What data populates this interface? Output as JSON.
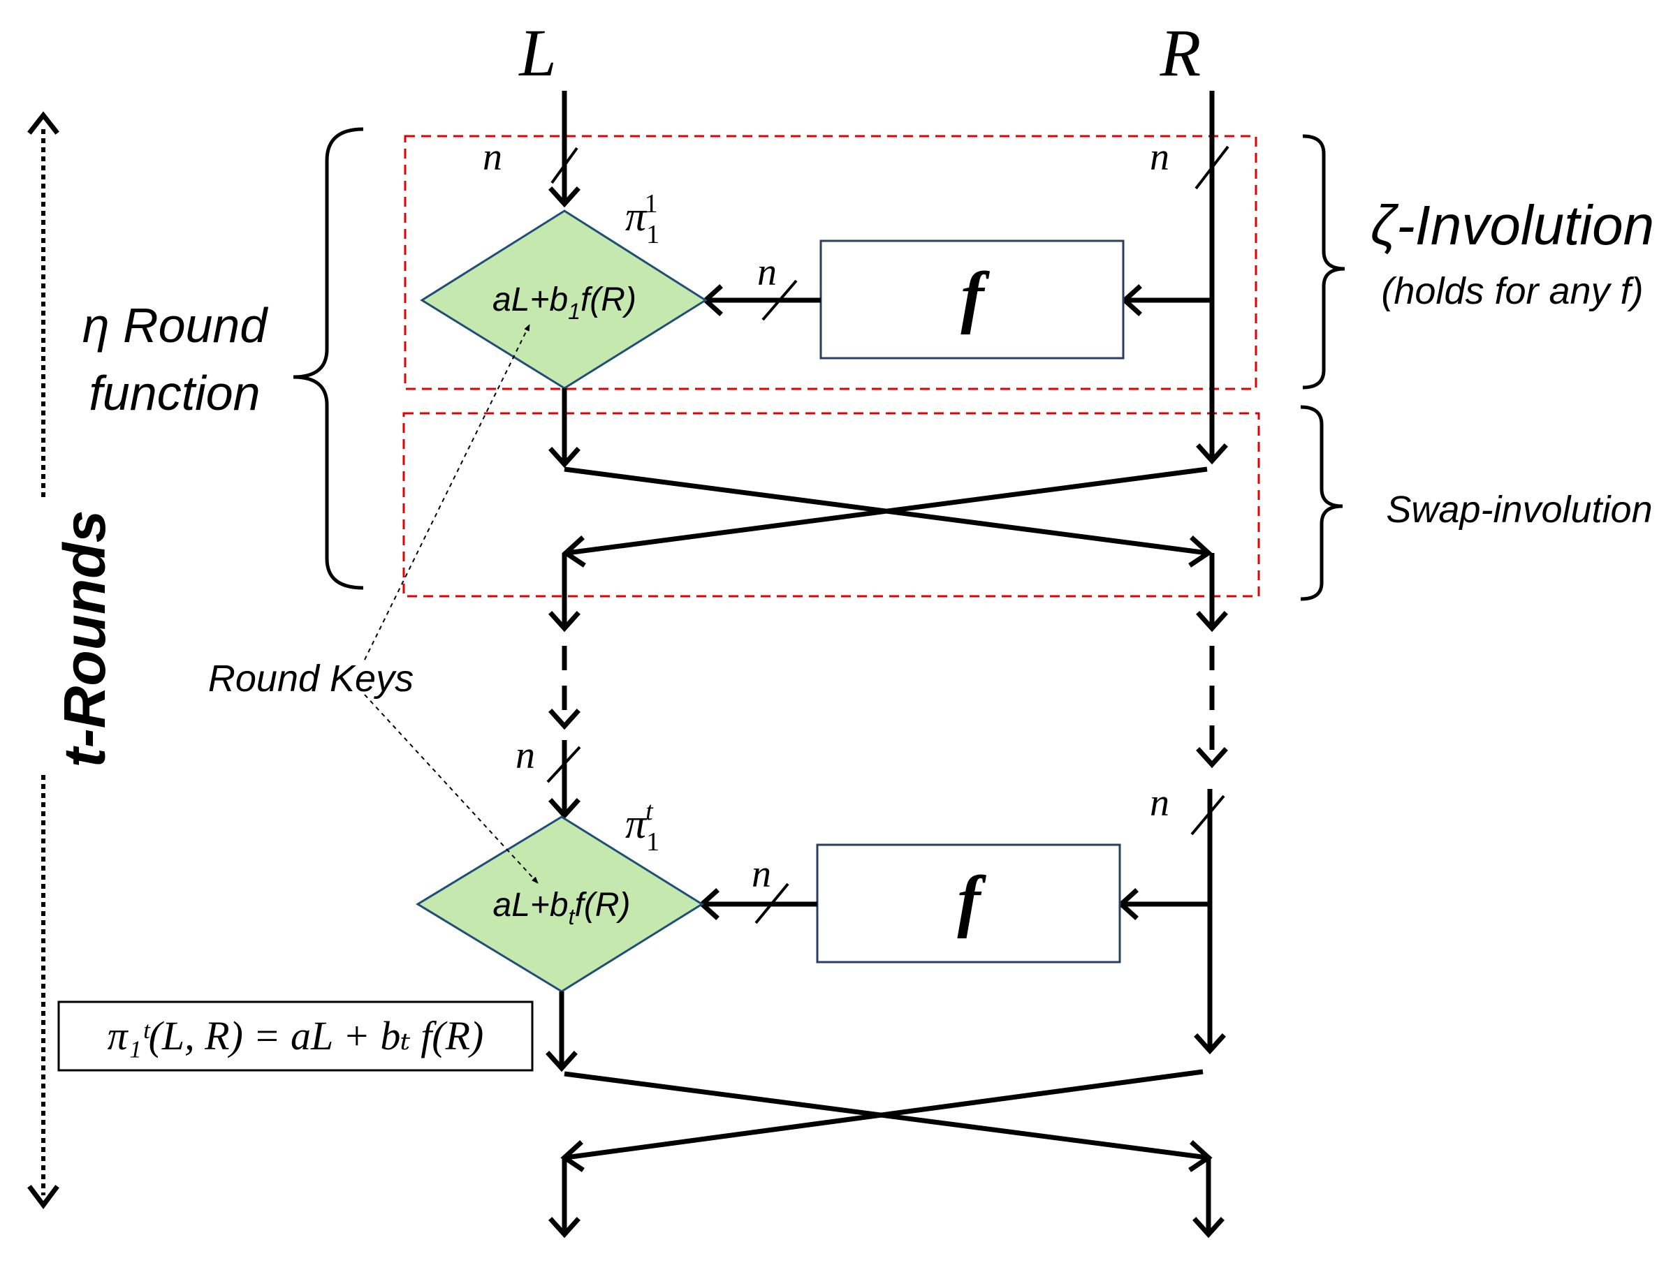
{
  "inputs": {
    "left": "L",
    "right": "R"
  },
  "width_label": "n",
  "round_1": {
    "diamond_label": "aL+b1f(R)",
    "pi_base": "π",
    "pi_sub": "1",
    "pi_sup": "1",
    "f_label": "f"
  },
  "round_t": {
    "diamond_label": "aL+btf(R)",
    "pi_base": "π",
    "pi_sub": "1",
    "pi_sup": "t",
    "f_label": "f"
  },
  "labels": {
    "zeta_involution": "ζ-Involution",
    "holds_for_any_f": "(holds for any f)",
    "eta_round_line1": "η Round",
    "eta_round_line2": "function",
    "swap_involution": "Swap-involution",
    "round_keys": "Round Keys",
    "t_rounds": "t-Rounds"
  },
  "formula": "π₁ᵗ(L, R) = aL + bₜ f(R)",
  "colors": {
    "diamond_fill": "#c4e8ae",
    "diamond_stroke": "#1f4e79",
    "box_stroke": "#2a3f5f",
    "dashed_box": "#e00000",
    "wire": "#000000"
  }
}
